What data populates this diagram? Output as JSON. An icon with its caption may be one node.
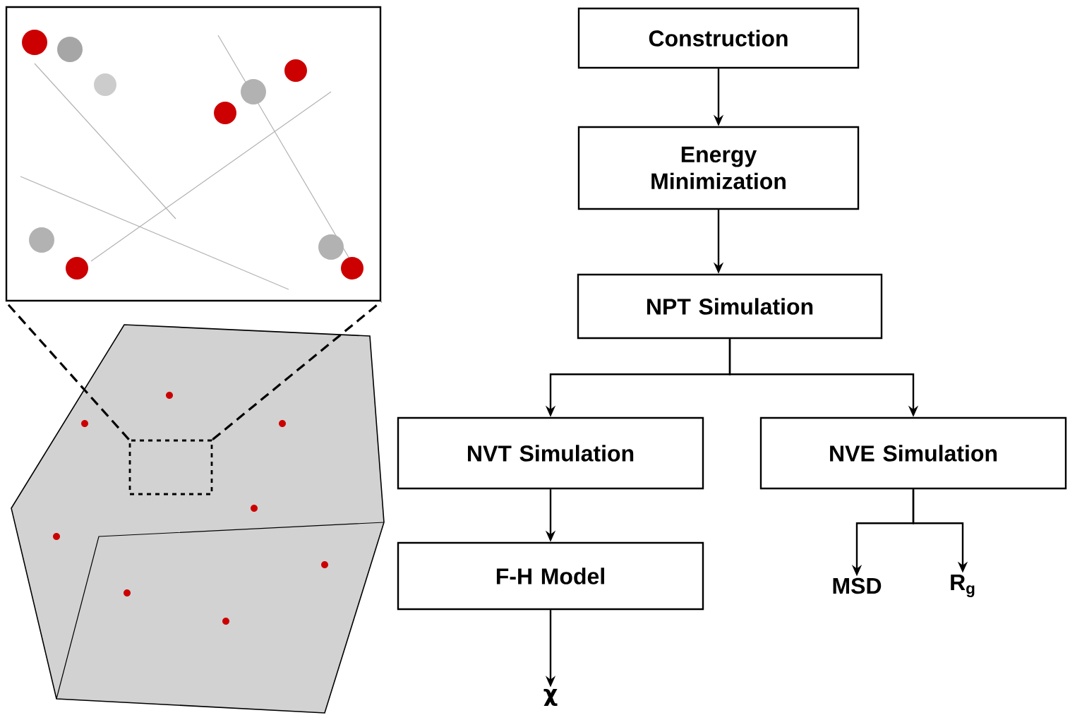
{
  "diagram": {
    "nodes": [
      {
        "text": [],
        "shape": "picture"
      },
      {
        "text": [],
        "shape": "picture"
      },
      {
        "text": [],
        "shape": "box",
        "in": 1
      },
      {
        "text": [
          "Construction"
        ]
      },
      {
        "text": [
          "Energy Minimization"
        ]
      },
      {
        "text": [
          "NPT Simulation"
        ]
      },
      {
        "text": [
          "NVT Simulation"
        ]
      },
      {
        "text": [
          "NVE Simulation"
        ]
      },
      {
        "text": [
          "F-H Model"
        ]
      },
      {
        "text": [
          "MSD"
        ]
      },
      {
        "text": [
          "R$_{g}$"
        ]
      },
      {
        "text": [
          "χ"
        ]
      }
    ],
    "edges": [
      {
        "from": 2,
        "to": 0,
        "arrow": "none",
        "style": "dashed"
      },
      {
        "from": 2,
        "to": 0,
        "arrow": "none",
        "style": "dashed"
      },
      {
        "from": 3,
        "to": 4,
        "arrow": "to"
      },
      {
        "from": 4,
        "to": 5,
        "arrow": "to"
      },
      {
        "from": 5,
        "to": 6,
        "arrow": "to"
      },
      {
        "from": 5,
        "to": 7,
        "arrow": "to"
      },
      {
        "from": 6,
        "to": 8,
        "arrow": "to"
      },
      {
        "from": 7,
        "to": 9,
        "arrow": "to"
      },
      {
        "from": 7,
        "to": 10,
        "arrow": "to"
      },
      {
        "from": 8,
        "to": 11,
        "arrow": "to"
      }
    ]
  }
}
